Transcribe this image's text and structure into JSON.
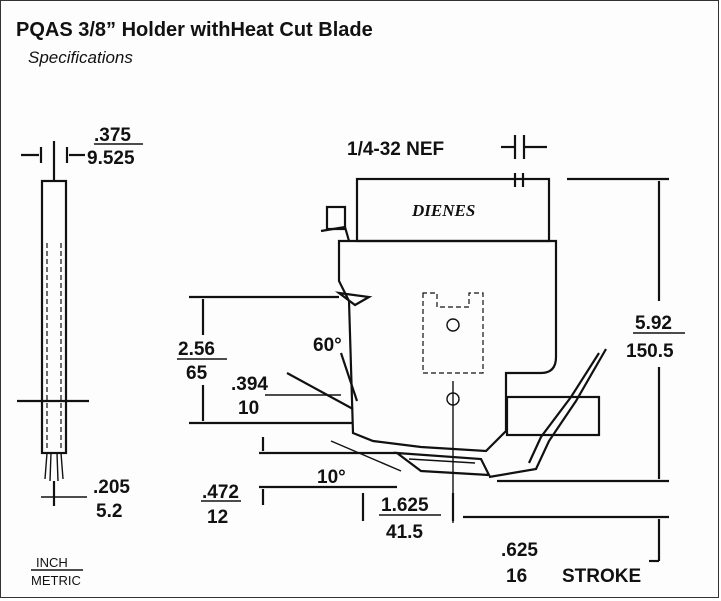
{
  "header": {
    "title": "PQAS 3/8” Holder withHeat Cut Blade",
    "subtitle": "Specifications"
  },
  "brand": "DIENES",
  "dimensions": {
    "side_width_in": ".375",
    "side_width_mm": "9.525",
    "thread": "1/4-32  NEF",
    "overall_height_in": "5.92",
    "overall_height_mm": "150.5",
    "depth_in": "2.56",
    "depth_mm": "65",
    "angle_blade": "60°",
    "blade_offset_in": ".394",
    "blade_offset_mm": "10",
    "angle_tip": "10°",
    "tip_offset_in": ".472",
    "tip_offset_mm": "12",
    "tip_width_in": ".205",
    "tip_width_mm": "5.2",
    "center_in": "1.625",
    "center_mm": "41.5",
    "stroke_in": ".625",
    "stroke_mm": "16",
    "stroke_label": "STROKE"
  },
  "legend": {
    "top": "INCH",
    "bottom": "METRIC"
  }
}
